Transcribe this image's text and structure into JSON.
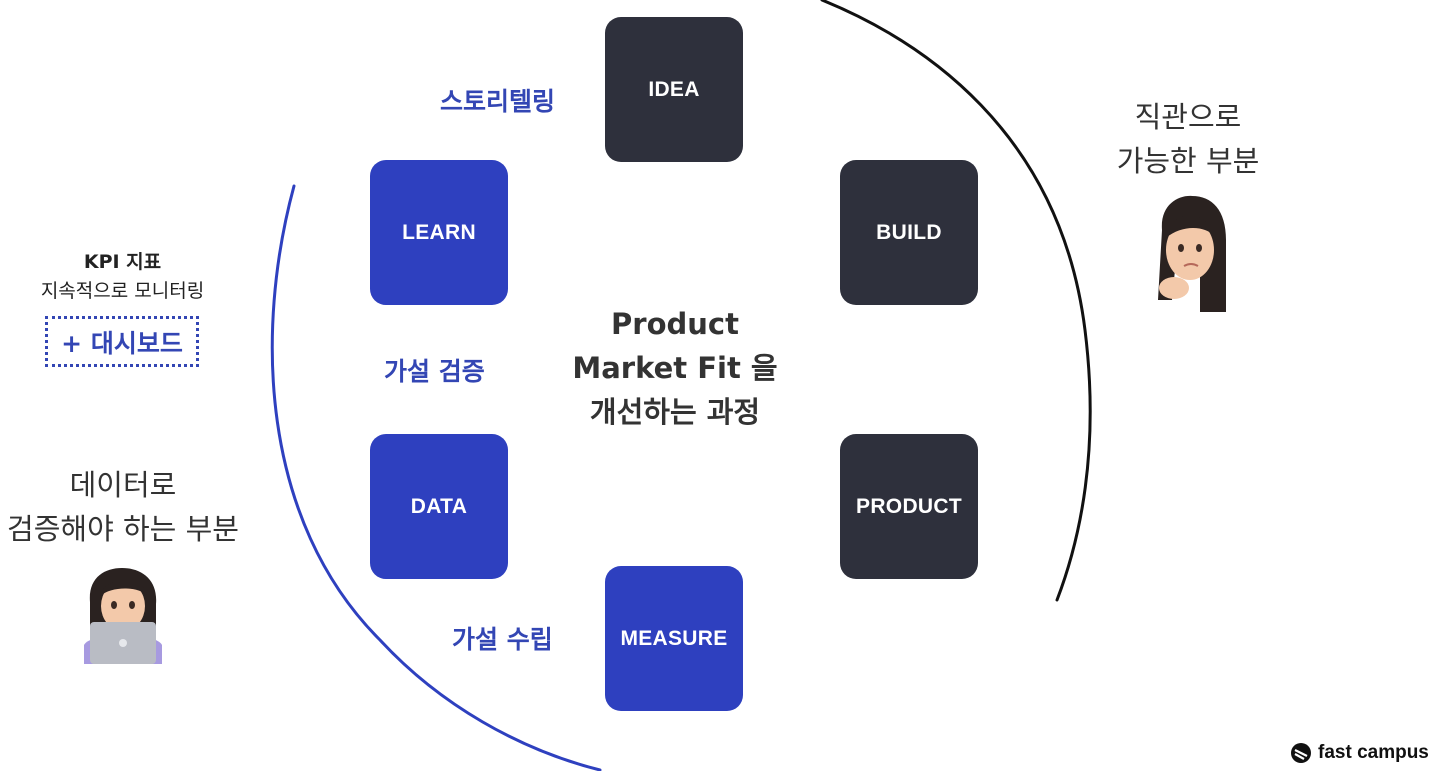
{
  "boxes": {
    "idea": "IDEA",
    "build": "BUILD",
    "product": "PRODUCT",
    "measure": "MEASURE",
    "data": "DATA",
    "learn": "LEARN"
  },
  "labels": {
    "storytelling": "스토리텔링",
    "hypothesis_validation": "가설 검증",
    "hypothesis_setting": "가설 수립"
  },
  "center": {
    "line1": "Product",
    "line2": "Market Fit 을",
    "line3": "개선하는 과정"
  },
  "right": {
    "line1": "직관으로",
    "line2": "가능한 부분"
  },
  "left": {
    "line1": "데이터로",
    "line2": "검증해야 하는 부분"
  },
  "kpi": {
    "line1": "KPI 지표",
    "line2": "지속적으로 모니터링",
    "dashboard": "+ 대시보드"
  },
  "brand": {
    "name": "fast campus"
  },
  "colors": {
    "dark_box": "#2e303c",
    "blue_box": "#2e40bf",
    "accent_text": "#3346b4"
  }
}
